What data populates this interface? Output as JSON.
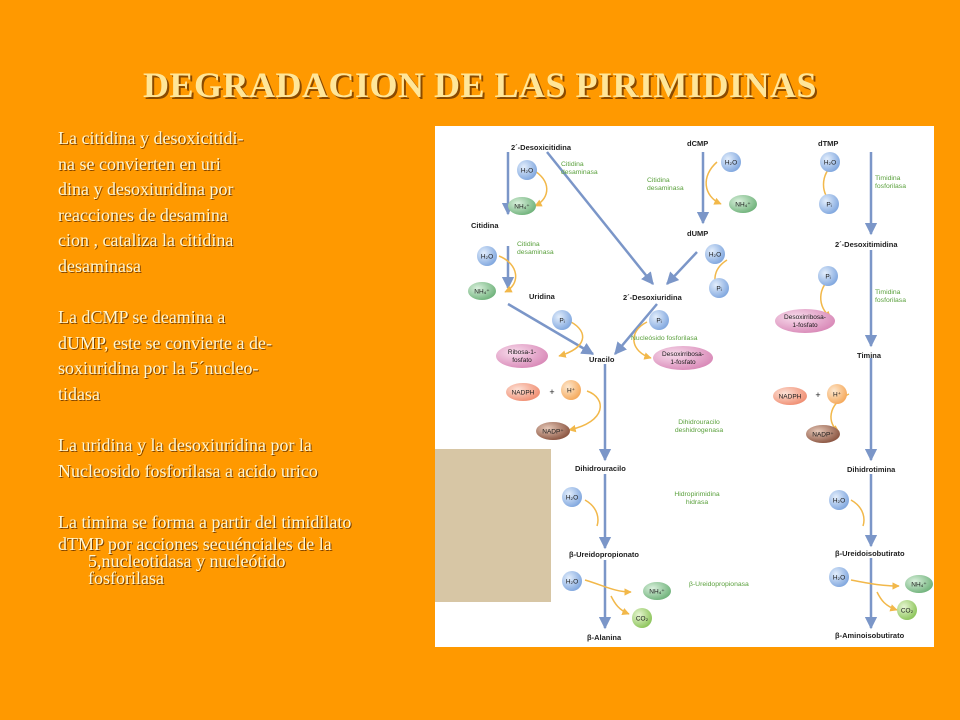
{
  "title": "DEGRADACION DE LAS PIRIMIDINAS",
  "paragraphs": [
    [
      "La citidina y desoxicitidi-",
      "na  se convierten en uri",
      "dina y desoxiuridina por",
      "reacciones  de desamina",
      "cion , cataliza  la citidina",
      "desaminasa"
    ],
    [
      "La dCMP se deamina a",
      "dUMP, este se convierte a de-",
      "soxiuridina por la 5´nucleo-",
      "tidasa"
    ],
    [
      "La uridina y la desoxiuridina por la",
      "Nucleosido fosforilasa a acido urico"
    ],
    [
      "La timina se forma a partir del timidilato",
      "dTMP por acciones secuénciales de la",
      "5,nucleotidasa y nucleótido",
      "fosforilasa"
    ]
  ],
  "diagram": {
    "metabolites": {
      "desoxicitidina": "2´-Desoxicitidina",
      "citidina": "Citidina",
      "uridina": "Uridina",
      "dcmp": "dCMP",
      "dump": "dUMP",
      "desoxiuridina": "2´-Desoxiuridina",
      "uracilo": "Uracilo",
      "dihidrouracilo": "Dihidrouracilo",
      "ureidopropionato": "β-Ureidopropionato",
      "alanina": "β-Alanina",
      "dtmp": "dTMP",
      "desoxitimidina": "2´-Desoxitimidina",
      "timina": "Timina",
      "dihidrotimina": "Dihidrotimina",
      "ureidoisobutirato": "β-Ureidoisobutirato",
      "aminoisobutirato": "β-Aminoisobutirato"
    },
    "enzymes": {
      "citidina_desaminasa_1": [
        "Citidina",
        "desaminasa"
      ],
      "citidina_desaminasa_2": [
        "Citidina",
        "desaminasa"
      ],
      "citidina_desaminasa_3": [
        "Citidina",
        "desaminasa"
      ],
      "nucleosido_fosforilasa": "Nucleósido fosforilasa",
      "timidina_fosforilasa_1": [
        "Timidina",
        "fosforilasa"
      ],
      "timidina_fosforilasa_2": [
        "Timidina",
        "fosforilasa"
      ],
      "dihidrouracilo_deshidrogenasa": [
        "Dihidrouracilo",
        "deshidrogenasa"
      ],
      "hidropirimidina_hidrasa": [
        "Hidropirimidina",
        "hidrasa"
      ],
      "ureidopropionasa": "β-Ureidopropionasa"
    },
    "cofactors": {
      "h2o": "H₂O",
      "nh4": "NH₄⁺",
      "pi": "Pᵢ",
      "nadph": "NADPH",
      "hplus": "H⁺",
      "nadp": "NADP⁺",
      "co2": "CO₂",
      "plus": "+"
    },
    "sugars": {
      "ribosa": [
        "Ribosa-1-",
        "fosfato"
      ],
      "desoxirribosa_1": [
        "Desoxirribosa-",
        "1-fosfato"
      ],
      "desoxirribosa_2": [
        "Desoxirribosa-",
        "1-fosfato"
      ]
    },
    "colors": {
      "arrow": "#7b96c8",
      "enzyme_text": "#5aa03c",
      "curve": "#f2b84a",
      "water": "#7fa6de",
      "ammonium": "#6fb27a",
      "phosphate": "#7fa6de",
      "nadph": "#f08e72",
      "hplus": "#f5a85a",
      "nadp": "#a0644a",
      "co2": "#8cc45a",
      "sugar": "#d98ab8"
    }
  }
}
